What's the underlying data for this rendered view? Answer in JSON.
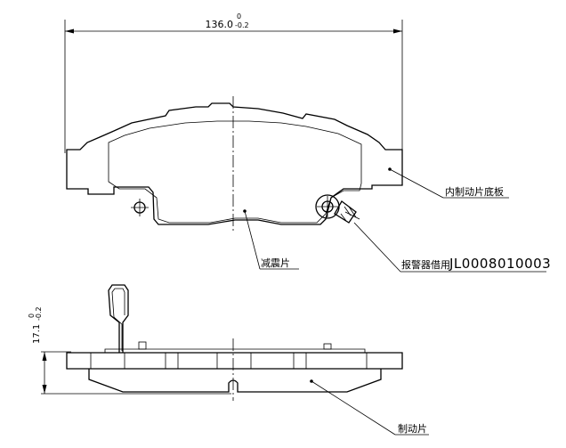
{
  "dimensions": {
    "width_value": "136.0",
    "width_upper_tol": "0",
    "width_lower_tol": "-0.2",
    "thickness_value": "17.1",
    "thickness_upper_tol": "0",
    "thickness_lower_tol": "-0.2"
  },
  "labels": {
    "backing_plate": "内制动片底板",
    "shim": "减震片",
    "wear_sensor_prefix": "报警器借用",
    "wear_sensor_code": "JL0008010003",
    "friction_pad": "制动片"
  }
}
